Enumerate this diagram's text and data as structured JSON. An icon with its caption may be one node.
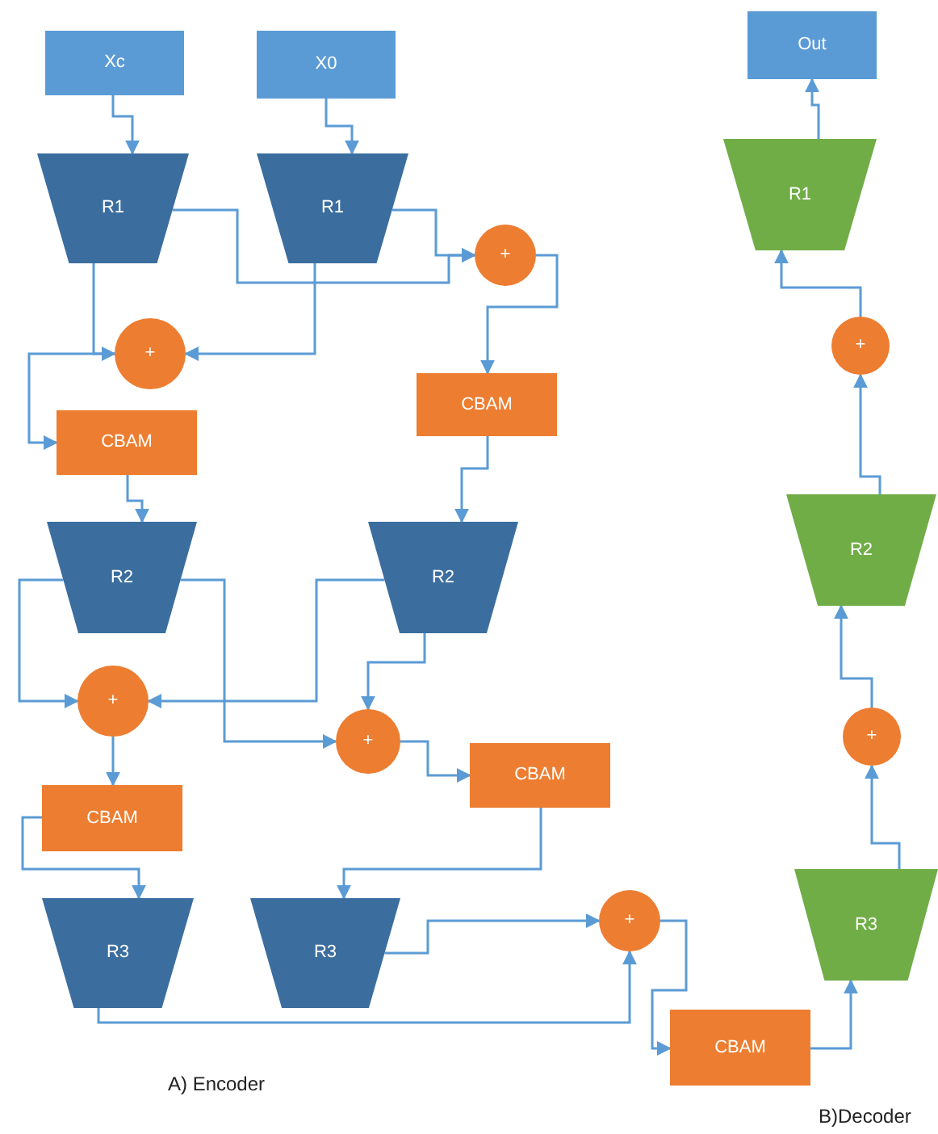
{
  "diagram": {
    "nodes": [
      {
        "text": [
          "Xc"
        ]
      },
      {
        "text": [
          "X0"
        ]
      },
      {
        "text": [
          "R1"
        ]
      },
      {
        "text": [
          "R1"
        ]
      },
      {
        "text": [
          "+"
        ]
      },
      {
        "text": [
          "+"
        ]
      },
      {
        "text": [
          "CBAM"
        ]
      },
      {
        "text": [
          "CBAM"
        ]
      },
      {
        "text": [
          "R2"
        ]
      },
      {
        "text": [
          "R2"
        ]
      },
      {
        "text": [
          "+"
        ]
      },
      {
        "text": [
          "+"
        ]
      },
      {
        "text": [
          "CBAM"
        ]
      },
      {
        "text": [
          "CBAM"
        ]
      },
      {
        "text": [
          "R3"
        ]
      },
      {
        "text": [
          "R3"
        ]
      },
      {
        "text": [
          "+"
        ]
      },
      {
        "text": [
          "CBAM"
        ]
      },
      {
        "text": [
          "R3"
        ]
      },
      {
        "text": [
          "+"
        ]
      },
      {
        "text": [
          "R2"
        ]
      },
      {
        "text": [
          "+"
        ]
      },
      {
        "text": [
          "R1"
        ]
      },
      {
        "text": [
          "Out"
        ]
      }
    ],
    "edges": [
      {
        "from": 0,
        "to": 2,
        "arrow": "to"
      },
      {
        "from": 1,
        "to": 3,
        "arrow": "to"
      },
      {
        "from": 2,
        "to": 5,
        "arrow": "to"
      },
      {
        "from": 3,
        "to": 5,
        "arrow": "to"
      },
      {
        "from": 2,
        "to": 4,
        "arrow": "to"
      },
      {
        "from": 3,
        "to": 4,
        "arrow": "to"
      },
      {
        "from": 4,
        "to": 7,
        "arrow": "to"
      },
      {
        "from": 5,
        "to": 6,
        "arrow": "to"
      },
      {
        "from": 6,
        "to": 8,
        "arrow": "to"
      },
      {
        "from": 7,
        "to": 9,
        "arrow": "to"
      },
      {
        "from": 8,
        "to": 10,
        "arrow": "to"
      },
      {
        "from": 9,
        "to": 10,
        "arrow": "to"
      },
      {
        "from": 8,
        "to": 11,
        "arrow": "to"
      },
      {
        "from": 9,
        "to": 11,
        "arrow": "to"
      },
      {
        "from": 10,
        "to": 12,
        "arrow": "to"
      },
      {
        "from": 11,
        "to": 13,
        "arrow": "to"
      },
      {
        "from": 12,
        "to": 14,
        "arrow": "to"
      },
      {
        "from": 13,
        "to": 15,
        "arrow": "to"
      },
      {
        "from": 15,
        "to": 16,
        "arrow": "to"
      },
      {
        "from": 14,
        "to": 16,
        "arrow": "to"
      },
      {
        "from": 16,
        "to": 17,
        "arrow": "to"
      },
      {
        "from": 17,
        "to": 18,
        "arrow": "to"
      },
      {
        "from": 18,
        "to": 19,
        "arrow": "to"
      },
      {
        "from": 19,
        "to": 20,
        "arrow": "to"
      },
      {
        "from": 20,
        "to": 21,
        "arrow": "to"
      },
      {
        "from": 21,
        "to": 22,
        "arrow": "to"
      },
      {
        "from": 22,
        "to": 23,
        "arrow": "to"
      }
    ],
    "labels": [
      "A) Encoder",
      "B)Decoder"
    ]
  }
}
